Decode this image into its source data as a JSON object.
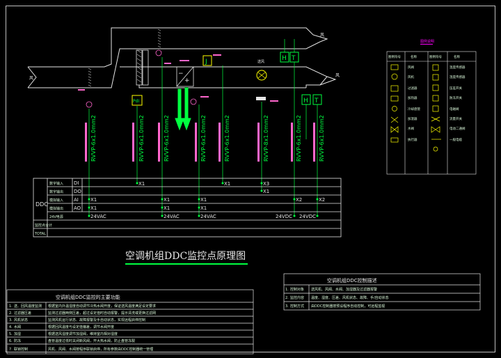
{
  "duct": {
    "top_right_label": "风",
    "left_label": "风",
    "right_label": "风"
  },
  "main_title": "空调机组DDC监控点原理图",
  "hvac_symbols": {
    "filter_letters": "PdI",
    "fan_label": "送风",
    "freeze_letter": "J",
    "sensor_h": "H",
    "sensor_t": "T"
  },
  "cables": [
    "RVVP-6x1.0mm2",
    "RVVP-6x1.0mm2",
    "RVVP-6x1.0mm2",
    "RVVP-6x1.0mm2",
    "RVVP-6x1.0mm2",
    "RVVP-8x1.0mm2",
    "RVVP-6x1.0mm2",
    "RVVP-6x1.0mm2"
  ],
  "ddc_table": {
    "ddc_label": "DDC",
    "type_labels": [
      "DI",
      "DO",
      "AI",
      "AO"
    ],
    "row_labels": [
      "数字输入",
      "数字输出",
      "模拟输入",
      "模拟输出",
      "24V电源",
      "监控点合计",
      "TOTAL"
    ],
    "markers": {
      "x1": "X1",
      "x2": "X2",
      "x3": "X3",
      "vac": "24VAC",
      "vdc": "24VDC"
    }
  },
  "legend": {
    "title": "图例说明",
    "headers": [
      "图例符号",
      "名称",
      "图例符号",
      "名称"
    ],
    "left_names": [
      "风阀",
      "风机",
      "过滤器",
      "加热器",
      "冷却盘管",
      "加湿器",
      "水阀",
      "执行器"
    ],
    "right_names": [
      "温度传感器",
      "湿度传感器",
      "压差开关",
      "防冻开关",
      "电磁阀",
      "流量开关",
      "电动二通阀",
      "一般电缆"
    ]
  },
  "notes_left": {
    "title": "空调机组DDC监控的主要功能",
    "rows": [
      {
        "num": "1.",
        "label": "送、回风温度监测",
        "text": "根据室内外温湿度自动调节冷热水阀开度，保证送风温度满足设定要求"
      },
      {
        "num": "2.",
        "label": "过滤器压差",
        "text": "监测过滤器两侧压差，超过设定值时自动报警，提示清洗或更换过滤网"
      },
      {
        "num": "3.",
        "label": "风机状态",
        "text": "监测风机运行状态、故障报警及手自动状态，实现远程启停控制"
      },
      {
        "num": "4.",
        "label": "水阀",
        "text": "根据回风温度与设定值偏差，调节水阀开度"
      },
      {
        "num": "5.",
        "label": "加湿",
        "text": "根据送风湿度调节加湿阀，维持室内相对湿度"
      },
      {
        "num": "6.",
        "label": "防冻",
        "text": "盘管温度过低时关闭新风阀，开大热水阀，防止盘管冻裂"
      },
      {
        "num": "7.",
        "label": "联锁控制",
        "text": "风机、风阀、水阀按程序联锁启停，所有参数由DDC控制器统一管理"
      }
    ]
  },
  "notes_right": {
    "title": "空调机组DDC控制描述",
    "rows": [
      {
        "num": "1.",
        "label": "控制对象",
        "text": "送风机、风阀、水阀、加湿器及过滤器报警"
      },
      {
        "num": "2.",
        "label": "监控内容",
        "text": "温度、湿度、压差、风机状态、故障、手/自动状态"
      },
      {
        "num": "3.",
        "label": "控制方式",
        "text": "由DDC控制器按预设程序自动控制，可远程监视"
      }
    ]
  },
  "colors": {
    "background": "#000000",
    "line": "#e6e6e6",
    "cyan": "#00e5ff",
    "green": "#00ff40",
    "yellow": "#ffff00",
    "magenta": "#ff00ff",
    "pink": "#ff66cc",
    "pale": "#d8f6d8"
  }
}
